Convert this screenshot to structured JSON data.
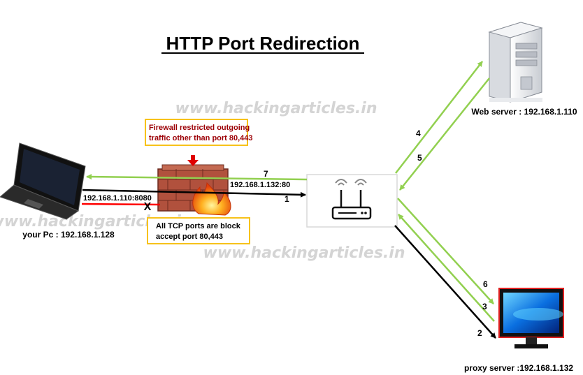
{
  "diagram": {
    "title": "HTTP Port Redirection",
    "watermark": "www.hackingarticles.in",
    "nodes": {
      "pc": {
        "label": "your Pc : 192.168.1.128",
        "icon": "laptop-icon"
      },
      "firewall": {
        "icon": "firewall-icon"
      },
      "router": {
        "icon": "router-icon"
      },
      "web_server": {
        "label": "Web server : 192.168.1.110",
        "icon": "server-tower-icon"
      },
      "proxy_server": {
        "label": "proxy server :192.168.1.132",
        "icon": "monitor-icon"
      }
    },
    "callouts": {
      "firewall_note_line1": "Firewall restricted outgoing",
      "firewall_note_line2": "traffic other than port 80,443",
      "block_note_line1": "All TCP ports are block",
      "block_note_line2": "accept port 80,443"
    },
    "links": {
      "redirect_addr": "192.168.1.132:80",
      "blocked_addr": "192.168.1.110:8080",
      "blocked_mark": "X"
    },
    "steps": [
      "1",
      "2",
      "3",
      "4",
      "5",
      "6",
      "7"
    ],
    "colors": {
      "request": "#000000",
      "response": "#92d050",
      "blocked": "#ff0000",
      "callout_border": "#f7c21a",
      "firewall_note_text": "#9c0006"
    }
  }
}
